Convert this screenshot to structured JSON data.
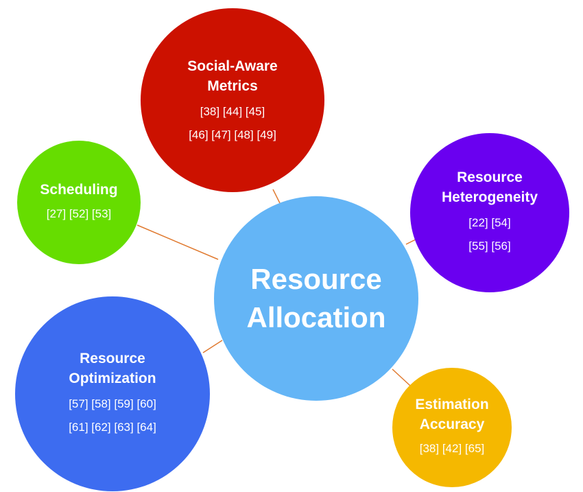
{
  "center": {
    "title_lines": [
      "Resource",
      "Allocation"
    ],
    "color": "#64b5f6"
  },
  "nodes": [
    {
      "id": "social-aware-metrics",
      "title_lines": [
        "Social-Aware",
        "Metrics"
      ],
      "ref_lines": [
        "[38] [44] [45]",
        "[46] [47] [48] [49]"
      ],
      "color": "#cc1100"
    },
    {
      "id": "scheduling",
      "title_lines": [
        "Scheduling"
      ],
      "ref_lines": [
        "[27] [52] [53]"
      ],
      "color": "#66dd00"
    },
    {
      "id": "resource-heterogeneity",
      "title_lines": [
        "Resource",
        "Heterogeneity"
      ],
      "ref_lines": [
        "[22] [54]",
        "[55] [56]"
      ],
      "color": "#6a00f0"
    },
    {
      "id": "resource-optimization",
      "title_lines": [
        "Resource",
        "Optimization"
      ],
      "ref_lines": [
        "[57] [58] [59] [60]",
        "[61] [62] [63] [64]"
      ],
      "color": "#3d6cf0"
    },
    {
      "id": "estimation-accuracy",
      "title_lines": [
        "Estimation",
        "Accuracy"
      ],
      "ref_lines": [
        "[38] [42] [65]"
      ],
      "color": "#f5b800"
    }
  ],
  "connector_color": "#e07a30"
}
